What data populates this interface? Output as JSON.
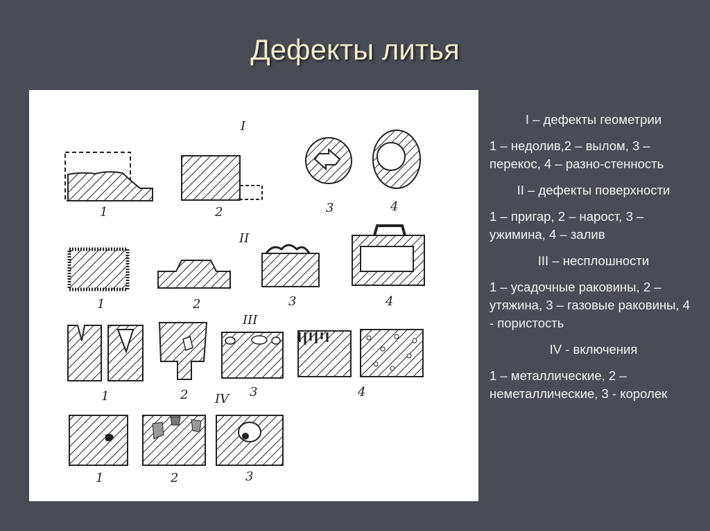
{
  "title": "Дефекты литья",
  "figure": {
    "groups": [
      "I",
      "II",
      "III",
      "IV"
    ],
    "g1_labels": [
      "1",
      "2",
      "3",
      "4"
    ],
    "g2_labels": [
      "1",
      "2",
      "3",
      "4"
    ],
    "g3_labels": [
      "1",
      "2",
      "3",
      "4"
    ],
    "g4_labels": [
      "1",
      "2",
      "3"
    ]
  },
  "legend": {
    "g1_head": "I – дефекты геометрии",
    "g1_items": "1 – недолив,2 – вылом, 3 – перекос, 4 – разно-стенность",
    "g2_head": "II – дефекты поверхности",
    "g2_items": "1 – пригар, 2 – нарост, 3 – ужимина, 4 – залив",
    "g3_head": "III – несплошности",
    "g3_items": "1 – усадочные раковины, 2 – утяжина, 3 – газовые раковины, 4 - пористость",
    "g4_head": "IV - включения",
    "g4_items": "1 – металлические, 2 – неметаллические, 3 - королек"
  }
}
